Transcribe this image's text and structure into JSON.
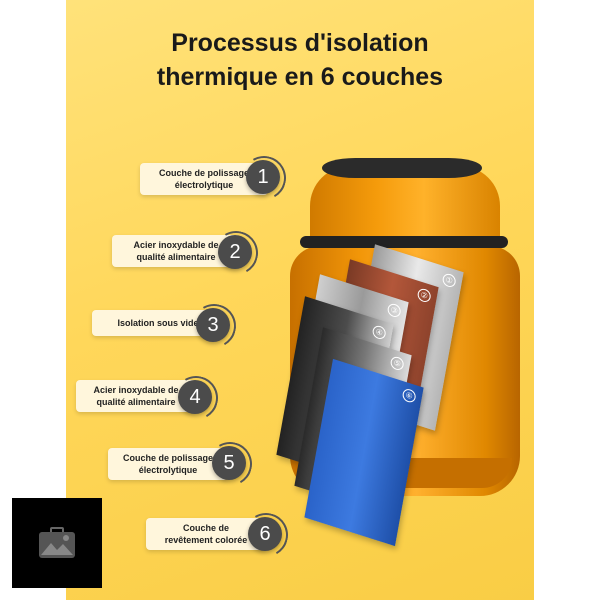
{
  "title": {
    "line1": "Processus d'isolation",
    "line2": "thermique en 6 couches"
  },
  "callouts": [
    {
      "label_line1": "Couche de polissage",
      "label_line2": "électrolytique",
      "number": "1"
    },
    {
      "label_line1": "Acier inoxydable de",
      "label_line2": "qualité alimentaire",
      "number": "2"
    },
    {
      "label_line1": "Isolation sous vide",
      "label_line2": "",
      "number": "3"
    },
    {
      "label_line1": "Acier inoxydable de",
      "label_line2": "qualité alimentaire",
      "number": "4"
    },
    {
      "label_line1": "Couche de polissage",
      "label_line2": "électrolytique",
      "number": "5"
    },
    {
      "label_line1": "Couche de",
      "label_line2": "revêtement colorée",
      "number": "6"
    }
  ],
  "layer_markers": [
    "①",
    "②",
    "③",
    "④",
    "⑤",
    "⑥"
  ],
  "colors": {
    "background": "#ffd75a",
    "jar": "#f59b0b",
    "badge": "#4b4b4b",
    "coating": "#2a63c9"
  },
  "watermark_icon": "image-placeholder-icon"
}
